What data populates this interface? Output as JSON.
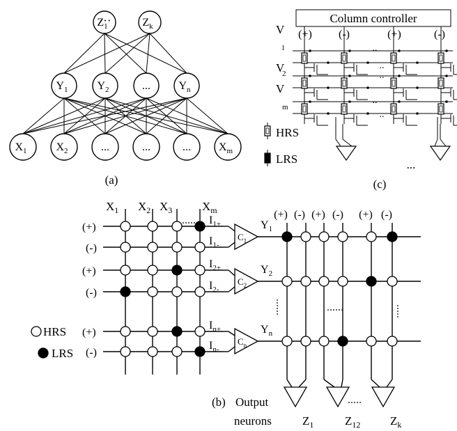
{
  "panel_a": {
    "caption": "(a)",
    "output_layer": [
      {
        "main": "Z",
        "sub": "1"
      },
      {
        "main": "Z",
        "sub": "k"
      }
    ],
    "output_ellipsis": "···",
    "hidden_layer": [
      {
        "main": "Y",
        "sub": "1"
      },
      {
        "main": "Y",
        "sub": "2"
      },
      {
        "main": "...",
        "sub": ""
      },
      {
        "main": "Y",
        "sub": "n"
      }
    ],
    "input_layer": [
      {
        "main": "X",
        "sub": "1"
      },
      {
        "main": "X",
        "sub": "2"
      },
      {
        "main": "...",
        "sub": ""
      },
      {
        "main": "...",
        "sub": ""
      },
      {
        "main": "...",
        "sub": ""
      },
      {
        "main": "X",
        "sub": "m"
      }
    ]
  },
  "panel_c": {
    "caption": "(c)",
    "column_controller": "Column controller",
    "column_signs": [
      "(+)",
      "(-)",
      "(+)",
      "(-)"
    ],
    "rows": [
      {
        "main": "V",
        "sub": "l"
      },
      {
        "main": "V",
        "sub": "2"
      },
      {
        "main": "V",
        "sub": "m"
      }
    ],
    "legend": [
      "HRS",
      "LRS"
    ],
    "bottom_ellipsis": "..."
  },
  "panel_b": {
    "caption": "(b)",
    "inputs": [
      {
        "main": "X",
        "sub": "1"
      },
      {
        "main": "X",
        "sub": "2"
      },
      {
        "main": "X",
        "sub": "3"
      },
      {
        "main": "X",
        "sub": "m"
      }
    ],
    "row_signs": [
      "(+)",
      "(-)",
      "(+)",
      "(-)",
      "(+)",
      "(-)"
    ],
    "currents": [
      {
        "main": "I",
        "sub": "1+"
      },
      {
        "main": "I",
        "sub": "1-"
      },
      {
        "main": "I",
        "sub": "2+"
      },
      {
        "main": "I",
        "sub": "2-"
      },
      {
        "main": "I",
        "sub": "n+"
      },
      {
        "main": "I",
        "sub": "n-"
      }
    ],
    "comparators": [
      {
        "main": "C",
        "sub": "1"
      },
      {
        "main": "C",
        "sub": "2"
      },
      {
        "main": "C",
        "sub": "n"
      }
    ],
    "hidden": [
      {
        "main": "Y",
        "sub": "1"
      },
      {
        "main": "Y",
        "sub": "2"
      },
      {
        "main": "Y",
        "sub": "n"
      }
    ],
    "output_signs": [
      "(+)",
      "(-)",
      "(+)",
      "(-)",
      "(+)",
      "(-)"
    ],
    "legend": [
      "HRS",
      "LRS"
    ],
    "output_title_line1": "Output",
    "output_title_line2": "neurons",
    "outputs": [
      {
        "main": "Z",
        "sub": "1"
      },
      {
        "main": "Z",
        "sub": "12"
      },
      {
        "main": "Z",
        "sub": "k"
      }
    ]
  }
}
